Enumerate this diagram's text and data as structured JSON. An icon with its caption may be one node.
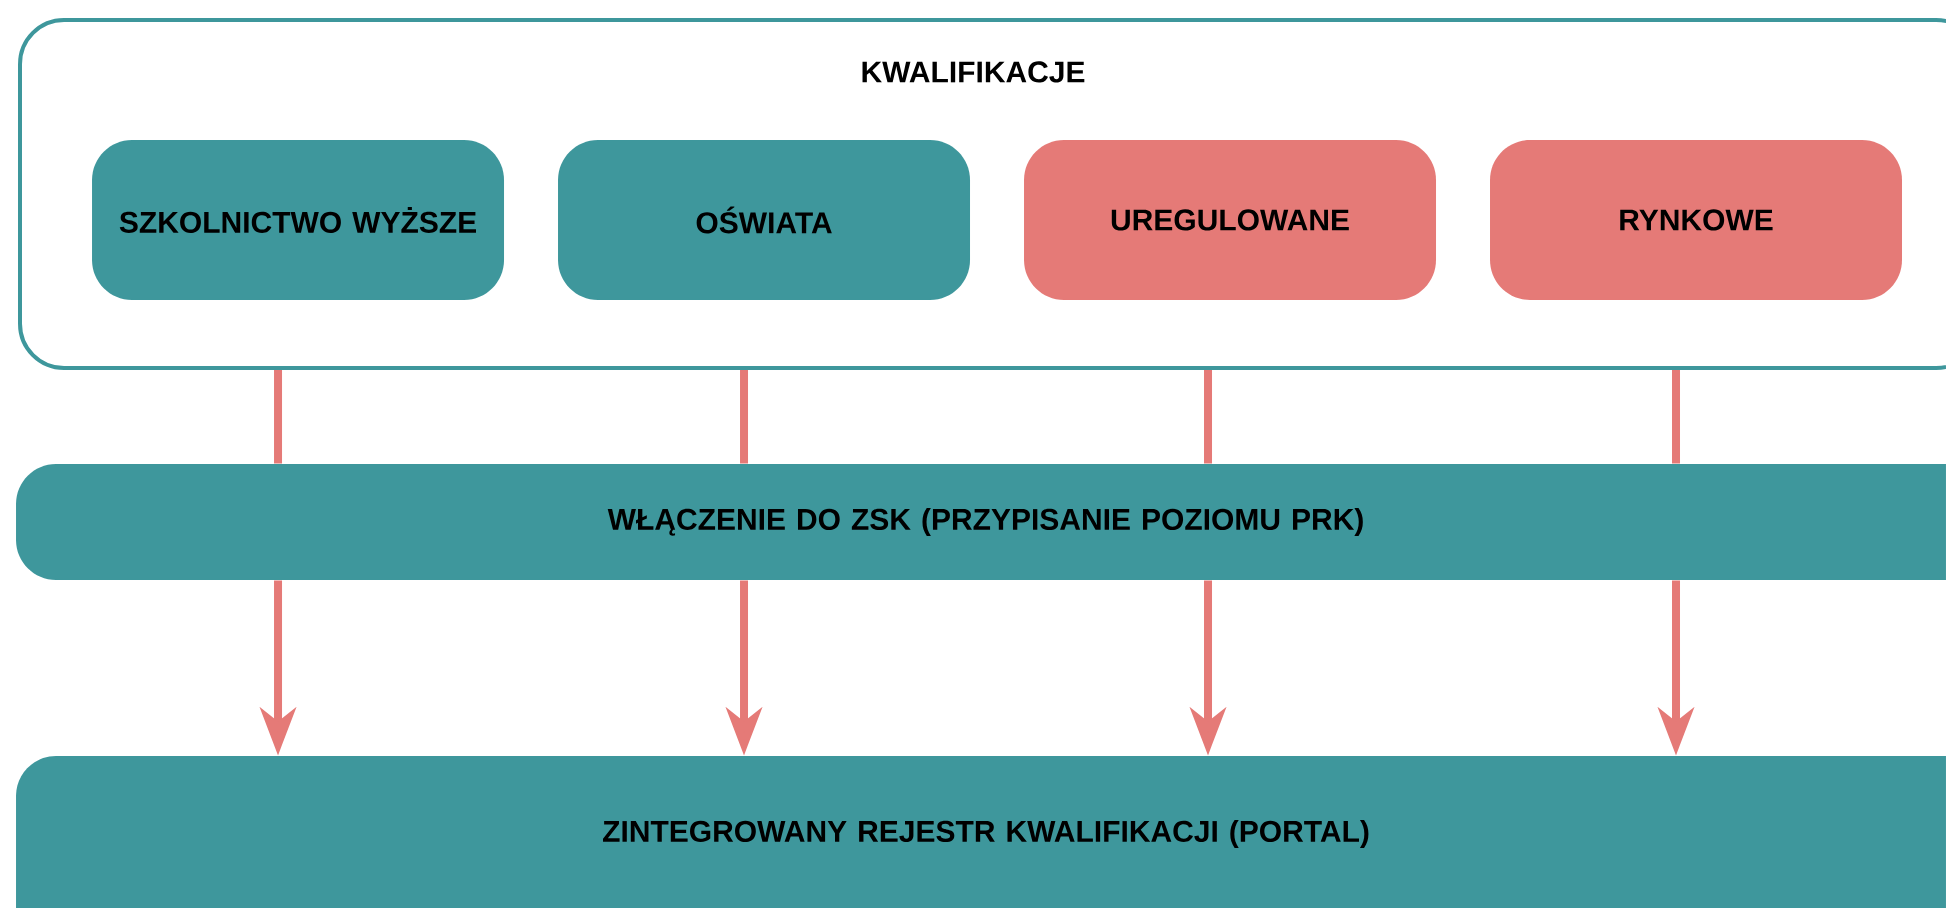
{
  "diagram": {
    "nodes": [
      {
        "text": [
          "KWALIFIKACJE"
        ]
      },
      {
        "text": [
          "SZKOLNICTWO WYŻSZE"
        ],
        "in": 0
      },
      {
        "text": [
          "OŚWIATA"
        ],
        "in": 0
      },
      {
        "text": [
          "UREGULOWANE"
        ],
        "in": 0
      },
      {
        "text": [
          "RYNKOWE"
        ],
        "in": 0
      },
      {
        "text": [
          "WŁĄCZENIE DO ZSK (PRZYPISANIE POZIOMU PRK)"
        ]
      },
      {
        "text": [
          "ZINTEGROWANY REJESTR KWALIFIKACJI (PORTAL)"
        ]
      }
    ],
    "edges": [
      {
        "from": 1,
        "to": 5,
        "arrow": "none"
      },
      {
        "from": 2,
        "to": 5,
        "arrow": "none"
      },
      {
        "from": 3,
        "to": 5,
        "arrow": "none"
      },
      {
        "from": 4,
        "to": 5,
        "arrow": "none"
      },
      {
        "from": 5,
        "to": 6,
        "arrow": "to"
      },
      {
        "from": 5,
        "to": 6,
        "arrow": "to"
      },
      {
        "from": 5,
        "to": 6,
        "arrow": "to"
      },
      {
        "from": 5,
        "to": 6,
        "arrow": "to"
      }
    ]
  }
}
